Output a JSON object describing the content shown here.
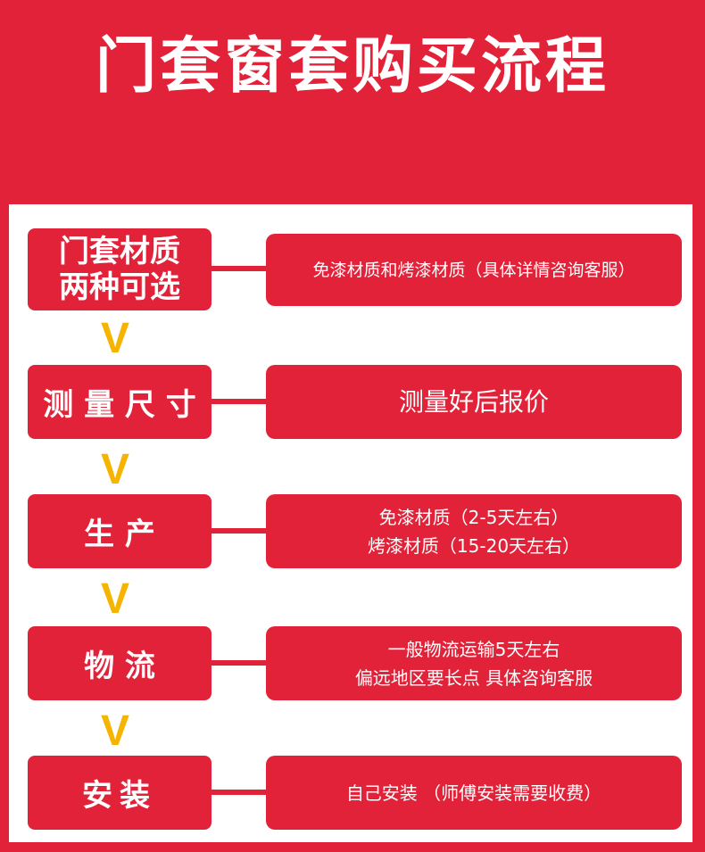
{
  "title": "门套窗套购买流程",
  "colors": {
    "primary": "#e22239",
    "arrow": "#f5b400",
    "panel": "#ffffff"
  },
  "arrow_glyph": "V",
  "steps": [
    {
      "label": "门套材质\n两种可选",
      "detail": [
        "免漆材质和烤漆材质（具体详情咨询客服）"
      ]
    },
    {
      "label": "测 量 尺 寸",
      "detail": [
        "测量好后报价"
      ]
    },
    {
      "label": "生 产",
      "detail": [
        "免漆材质（2-5天左右）",
        "烤漆材质（15-20天左右）"
      ]
    },
    {
      "label": "物 流",
      "detail": [
        "一般物流运输5天左右",
        "偏远地区要长点 具体咨询客服"
      ]
    },
    {
      "label": "安装",
      "detail": [
        "自己安装 （师傅安装需要收费）"
      ]
    }
  ]
}
